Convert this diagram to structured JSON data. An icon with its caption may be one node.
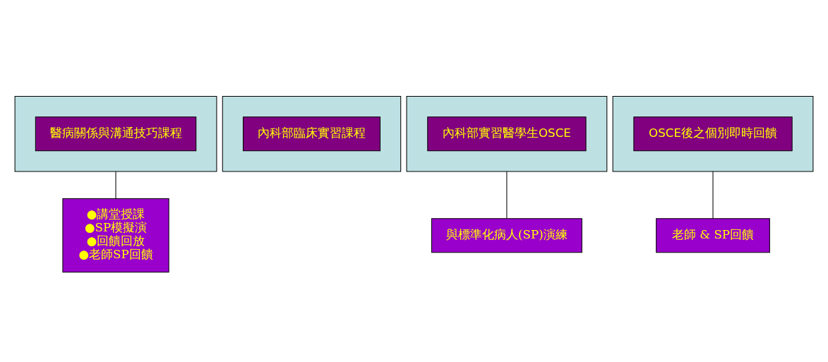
{
  "diagram": {
    "nodes": [
      {
        "text": [],
        "shape": "box"
      },
      {
        "text": [
          "醫病關係與溝通技巧課程"
        ],
        "in": 0
      },
      {
        "text": [],
        "shape": "box"
      },
      {
        "text": [
          "內科部臨床實習課程"
        ],
        "in": 2
      },
      {
        "text": [],
        "shape": "box"
      },
      {
        "text": [
          "內科部實習醫學生OSCE"
        ],
        "in": 4
      },
      {
        "text": [],
        "shape": "box"
      },
      {
        "text": [
          "OSCE後之個別即時回饋"
        ],
        "in": 6
      },
      {
        "text": [
          "●講堂授課",
          "●SP模擬演",
          "●回饋回放",
          "●老師SP回饋"
        ]
      },
      {
        "text": [
          "與標準化病人(SP)演練"
        ]
      },
      {
        "text": [
          "老師 & SP回饋"
        ]
      }
    ],
    "edges": [
      {
        "from": 0,
        "to": 8,
        "arrow": "none"
      },
      {
        "from": 4,
        "to": 9,
        "arrow": "none"
      },
      {
        "from": 6,
        "to": 10,
        "arrow": "none"
      }
    ]
  }
}
